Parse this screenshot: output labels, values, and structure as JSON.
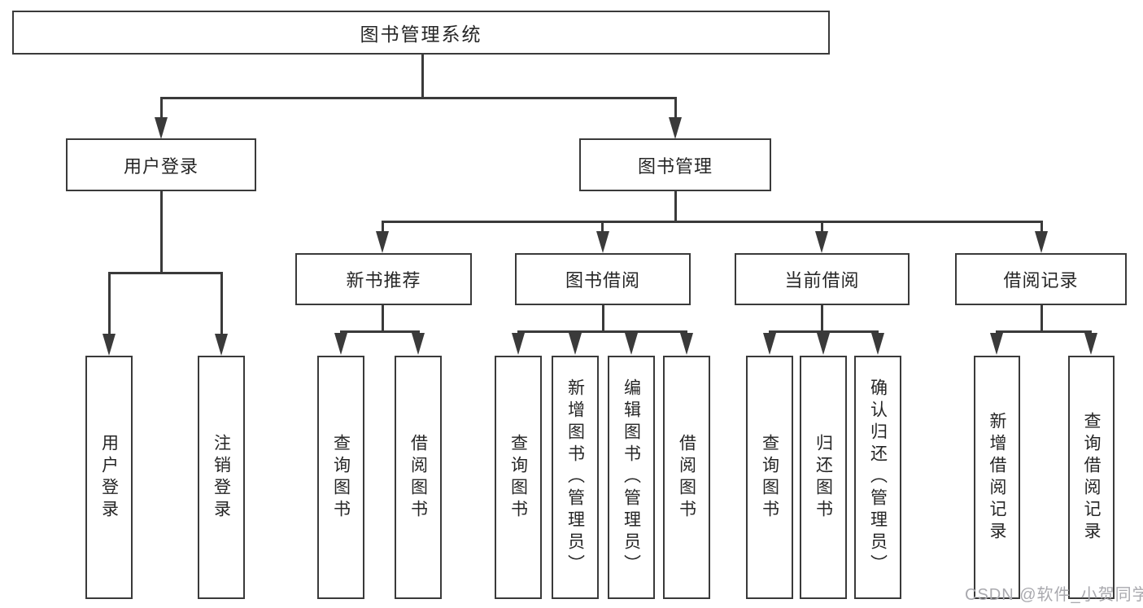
{
  "diagram": {
    "title": "图书管理系统",
    "branches": [
      {
        "label": "用户登录",
        "children": [
          {
            "label": "用户登录"
          },
          {
            "label": "注销登录"
          }
        ]
      },
      {
        "label": "图书管理",
        "children": [
          {
            "label": "新书推荐",
            "children": [
              {
                "label": "查询图书"
              },
              {
                "label": "借阅图书"
              }
            ]
          },
          {
            "label": "图书借阅",
            "children": [
              {
                "label": "查询图书"
              },
              {
                "label": "新增图书（管理员）"
              },
              {
                "label": "编辑图书（管理员）"
              },
              {
                "label": "借阅图书"
              }
            ]
          },
          {
            "label": "当前借阅",
            "children": [
              {
                "label": "查询图书"
              },
              {
                "label": "归还图书"
              },
              {
                "label": "确认归还（管理员）"
              }
            ]
          },
          {
            "label": "借阅记录",
            "children": [
              {
                "label": "新增借阅记录"
              },
              {
                "label": "查询借阅记录"
              }
            ]
          }
        ]
      }
    ],
    "line_color": "#3a3a3a",
    "box_background": "#ffffff"
  },
  "watermark": {
    "text": "CSDN @软件_小贺同学"
  }
}
